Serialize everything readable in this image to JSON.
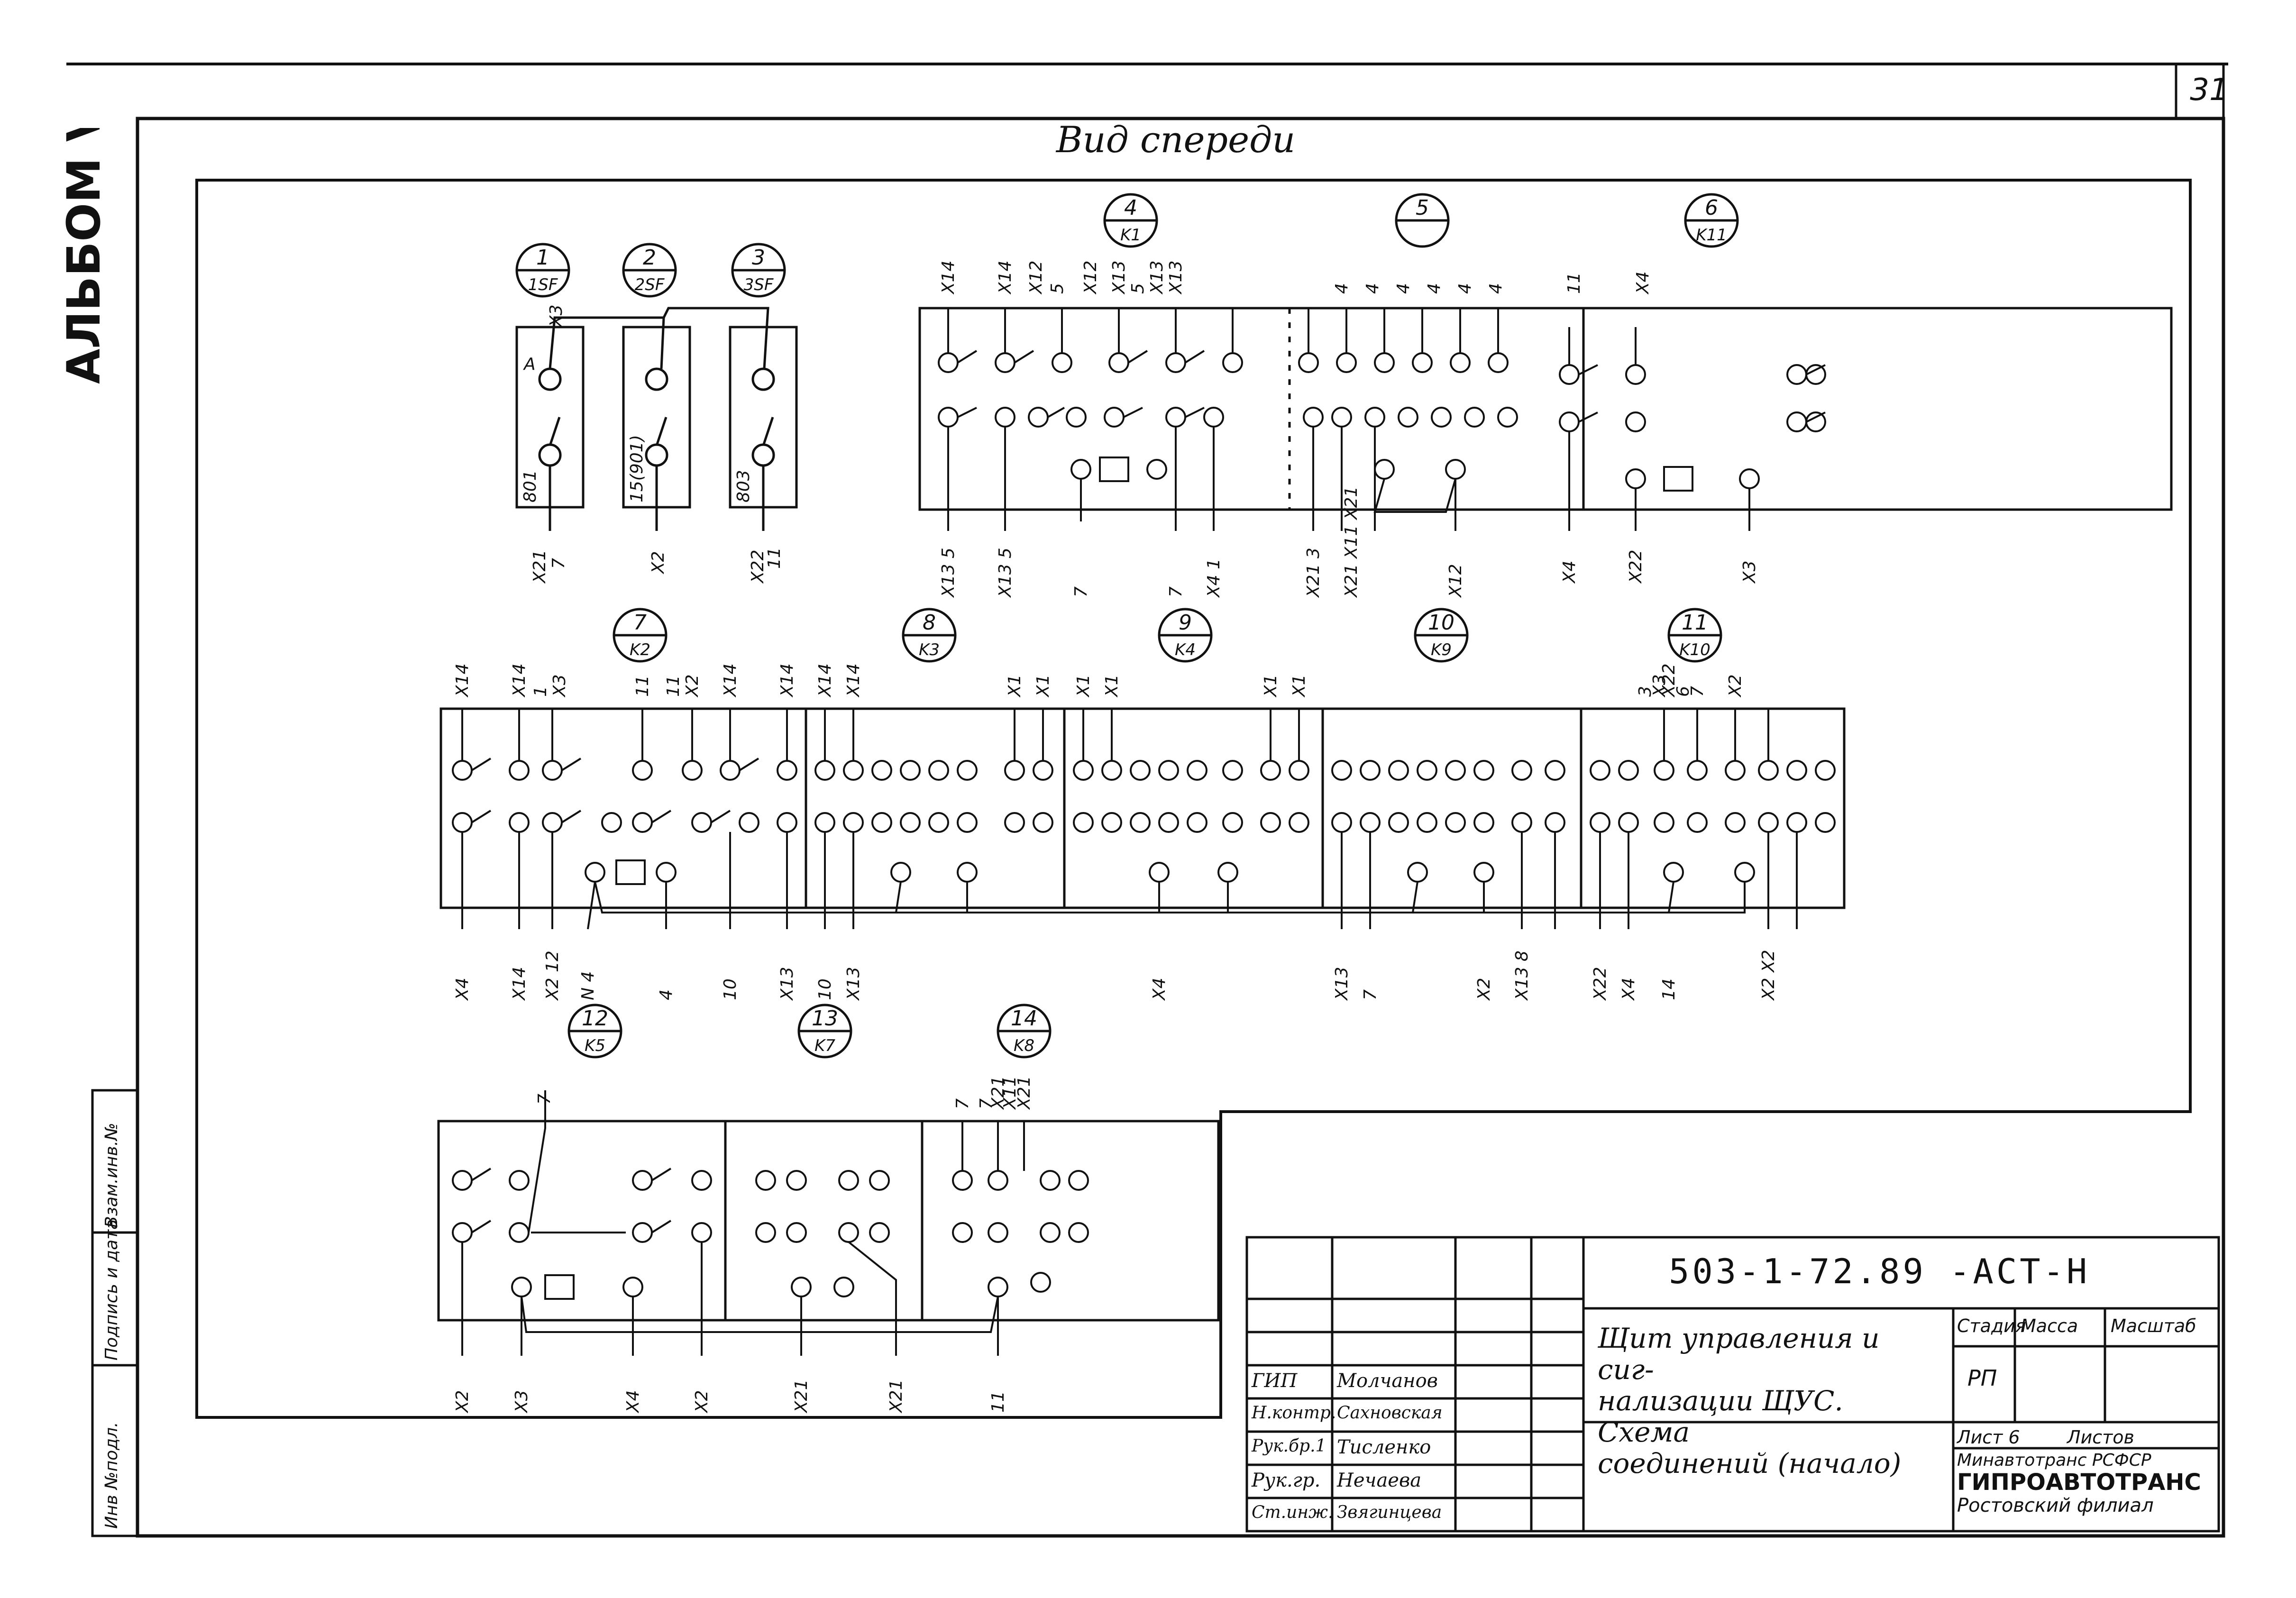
{
  "album_title": "АЛЬБОМ V",
  "page_number": "31",
  "view_title": "Вид спереди",
  "side_columns": [
    "Инв №подл.",
    "Подпись и дата",
    "Взам.инв.№"
  ],
  "devices": [
    {
      "num": "1",
      "code": "1SF"
    },
    {
      "num": "2",
      "code": "2SF"
    },
    {
      "num": "3",
      "code": "3SF"
    },
    {
      "num": "4",
      "code": "K1"
    },
    {
      "num": "5",
      "code": ""
    },
    {
      "num": "6",
      "code": "K11"
    },
    {
      "num": "7",
      "code": "K2"
    },
    {
      "num": "8",
      "code": "K3"
    },
    {
      "num": "9",
      "code": "K4"
    },
    {
      "num": "10",
      "code": "K9"
    },
    {
      "num": "11",
      "code": "K10"
    },
    {
      "num": "12",
      "code": "K5"
    },
    {
      "num": "13",
      "code": "K7"
    },
    {
      "num": "14",
      "code": "K8"
    }
  ],
  "title_block": {
    "doc_code": "503-1-72.89  -АСТ-Н",
    "description": [
      "Щит управления и сиг-",
      "нализации ЩУС. Схема",
      "соединений (начало)"
    ],
    "stage_label": "Стадия",
    "mass_label": "Масса",
    "scale_label": "Масштаб",
    "stage_value": "РП",
    "sheet_label": "Лист 6",
    "sheets_label": "Листов",
    "org_line1": "Минавтотранс РСФСР",
    "org_line2": "ГИПРОАВТОТРАНС",
    "org_line3": "Ростовский филиал",
    "staff": [
      {
        "role": "ГИП",
        "name": "Молчанов"
      },
      {
        "role": "Н.контр.",
        "name": "Сахновская"
      },
      {
        "role": "Рук.бр.1",
        "name": "Тисленко"
      },
      {
        "role": "Рук.гр.",
        "name": "Нечаева"
      },
      {
        "role": "Ст.инж.",
        "name": "Звягинцева"
      }
    ]
  },
  "wire_labels": {
    "d1_top": "X3",
    "d1_a": "A",
    "d1_bot1": "801",
    "d1_x": "X21",
    "d1_n": "7",
    "d2_bot1": "15(901)",
    "d2_x": "X2",
    "d3_bot1": "803",
    "d3_x": "X22",
    "d3_n": "11",
    "r4_top": [
      "X14",
      "X14",
      "X12",
      "5",
      "X12",
      "X13",
      "5",
      "X13",
      "X13"
    ],
    "r5_top": [
      "4",
      "4",
      "4",
      "4",
      "4",
      "4"
    ],
    "r6_top": [
      "11",
      "X4"
    ],
    "r4_bot": [
      "X13 5",
      "X13 5",
      "7",
      "7",
      "X4 1",
      "X21 3",
      "X21 X11 X21",
      "X12"
    ],
    "r6_bot": [
      "X4",
      "X22",
      "X3"
    ],
    "r7_top": [
      "X14",
      "X14",
      "1",
      "X3",
      "11",
      "11",
      "X2",
      "X14",
      "X14",
      "X14",
      "X14",
      "X1",
      "X1",
      "X1",
      "X1",
      "X1",
      "X1",
      "3",
      "X3",
      "X22",
      "6",
      "7",
      "X2"
    ],
    "r7_bot": [
      "X4",
      "X14",
      "X2 12",
      "N 4",
      "4",
      "10",
      "X13",
      "10",
      "X13",
      "X4",
      "X13",
      "7",
      "X2",
      "X13 8",
      "X22",
      "X4",
      "14",
      "X2 X2"
    ],
    "r12_top": [
      "7",
      "7",
      "X21",
      "X11",
      "X21"
    ],
    "r12_bot": [
      "X2",
      "X3",
      "X4",
      "X2",
      "X21",
      "X21",
      "11"
    ]
  }
}
